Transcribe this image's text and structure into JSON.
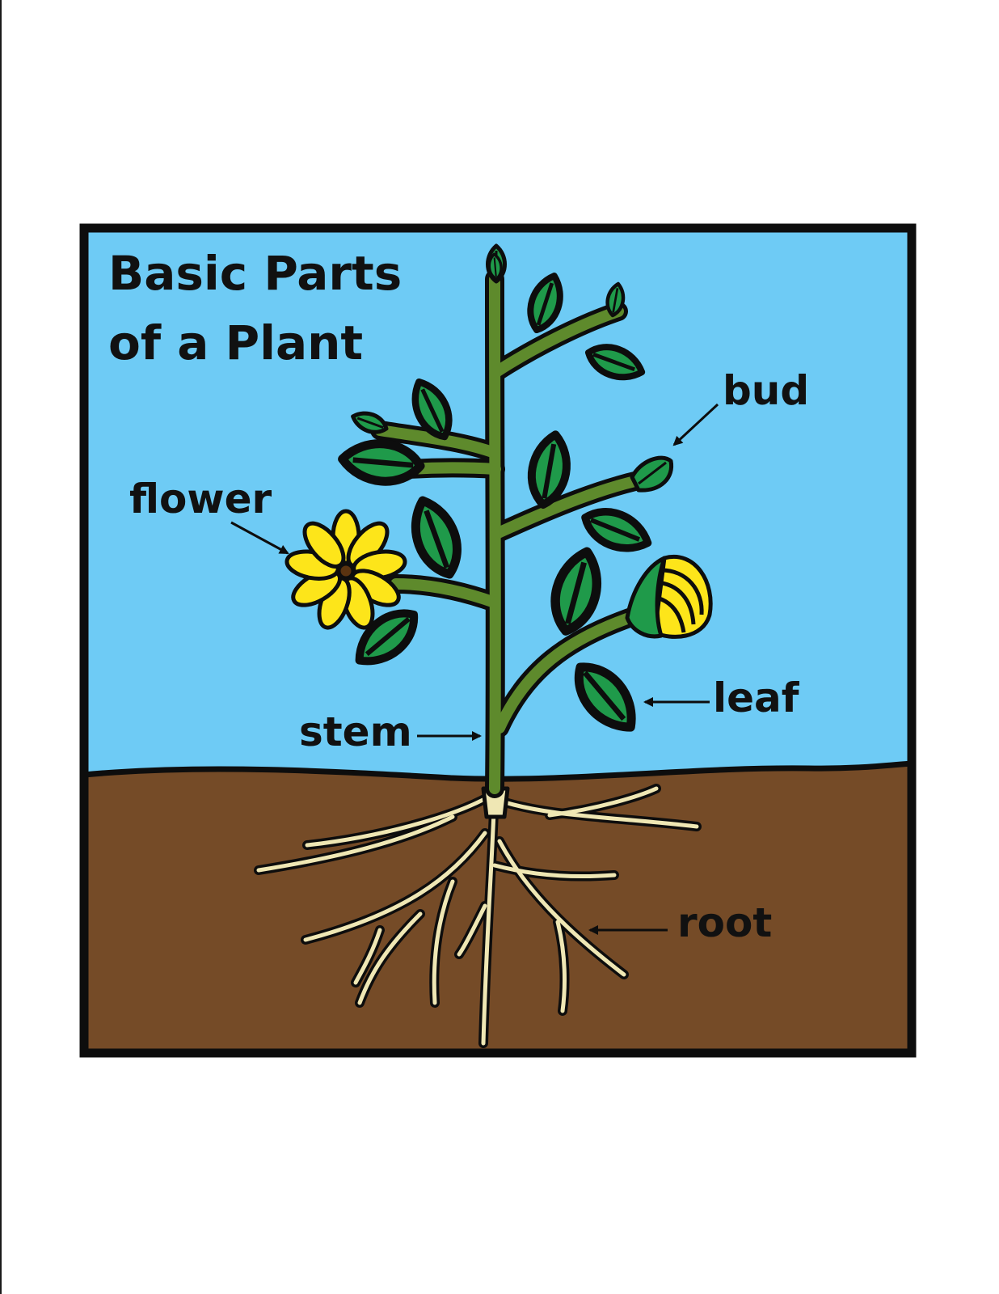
{
  "diagram": {
    "title_line1": "Basic Parts",
    "title_line2": "of a Plant",
    "labels": {
      "bud": "bud",
      "flower": "flower",
      "leaf": "leaf",
      "stem": "stem",
      "root": "root"
    }
  },
  "colors": {
    "sky": "#6ecbf5",
    "soil": "#754b27",
    "stem": "#5e8a2c",
    "leaf": "#1f9a4a",
    "root": "#efe7b4",
    "petal": "#fde51a",
    "outline": "#0d0d0d"
  }
}
